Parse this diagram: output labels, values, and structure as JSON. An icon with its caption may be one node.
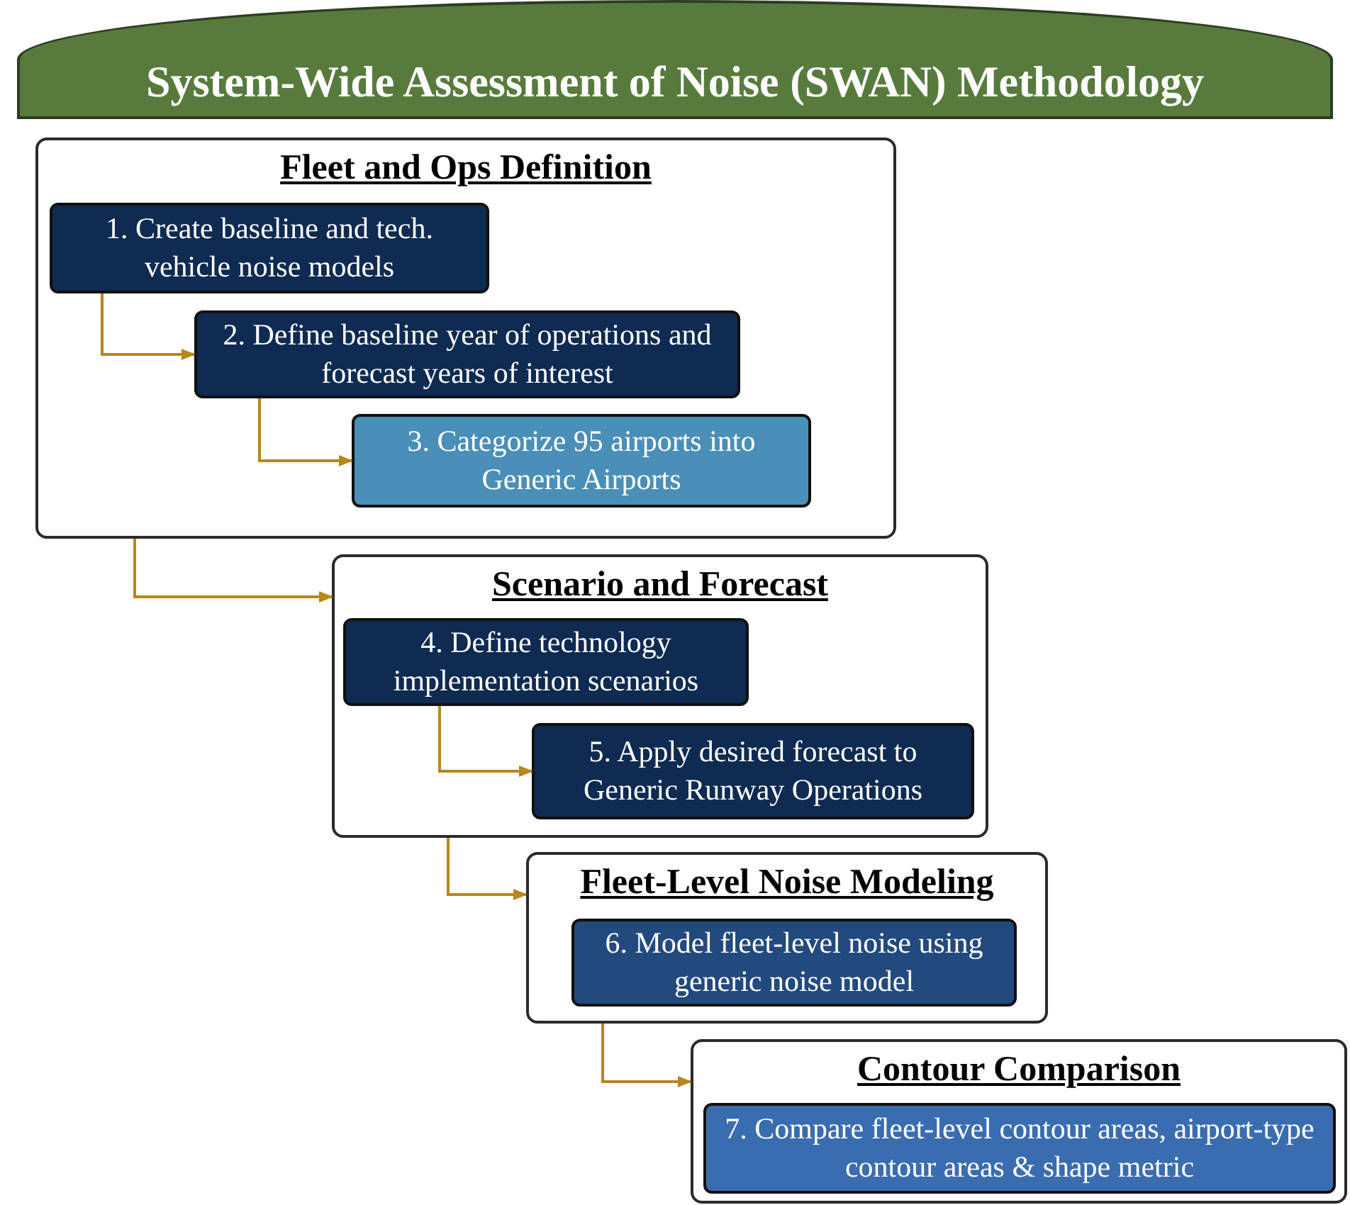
{
  "diagram": {
    "title": "System-Wide Assessment of Noise (SWAN) Methodology",
    "nodes": [
      {
        "text": [
          "Fleet and Ops Definition"
        ]
      },
      {
        "text": [
          "1. Create baseline and tech. vehicle noise models"
        ],
        "in": 0
      },
      {
        "text": [
          "2. Define baseline year of operations and forecast years of interest"
        ],
        "in": 0
      },
      {
        "text": [
          "3. Categorize 95 airports into Generic Airports"
        ],
        "in": 0
      },
      {
        "text": [
          "Scenario and Forecast"
        ]
      },
      {
        "text": [
          "4. Define technology implementation scenarios"
        ],
        "in": 4
      },
      {
        "text": [
          "5.  Apply desired forecast to Generic Runway Operations"
        ],
        "in": 4
      },
      {
        "text": [
          "Fleet-Level Noise Modeling"
        ]
      },
      {
        "text": [
          "6. Model fleet-level noise using generic noise model"
        ],
        "in": 7
      },
      {
        "text": [
          "Contour Comparison"
        ]
      },
      {
        "text": [
          "7. Compare fleet-level contour areas, airport-type contour areas & shape metric"
        ],
        "in": 9
      }
    ],
    "edges": [
      {
        "from": 1,
        "to": 2,
        "arrow": "to"
      },
      {
        "from": 2,
        "to": 3,
        "arrow": "to"
      },
      {
        "from": 0,
        "to": 4,
        "arrow": "to"
      },
      {
        "from": 5,
        "to": 6,
        "arrow": "to"
      },
      {
        "from": 4,
        "to": 7,
        "arrow": "to"
      },
      {
        "from": 7,
        "to": 9,
        "arrow": "to"
      }
    ]
  }
}
